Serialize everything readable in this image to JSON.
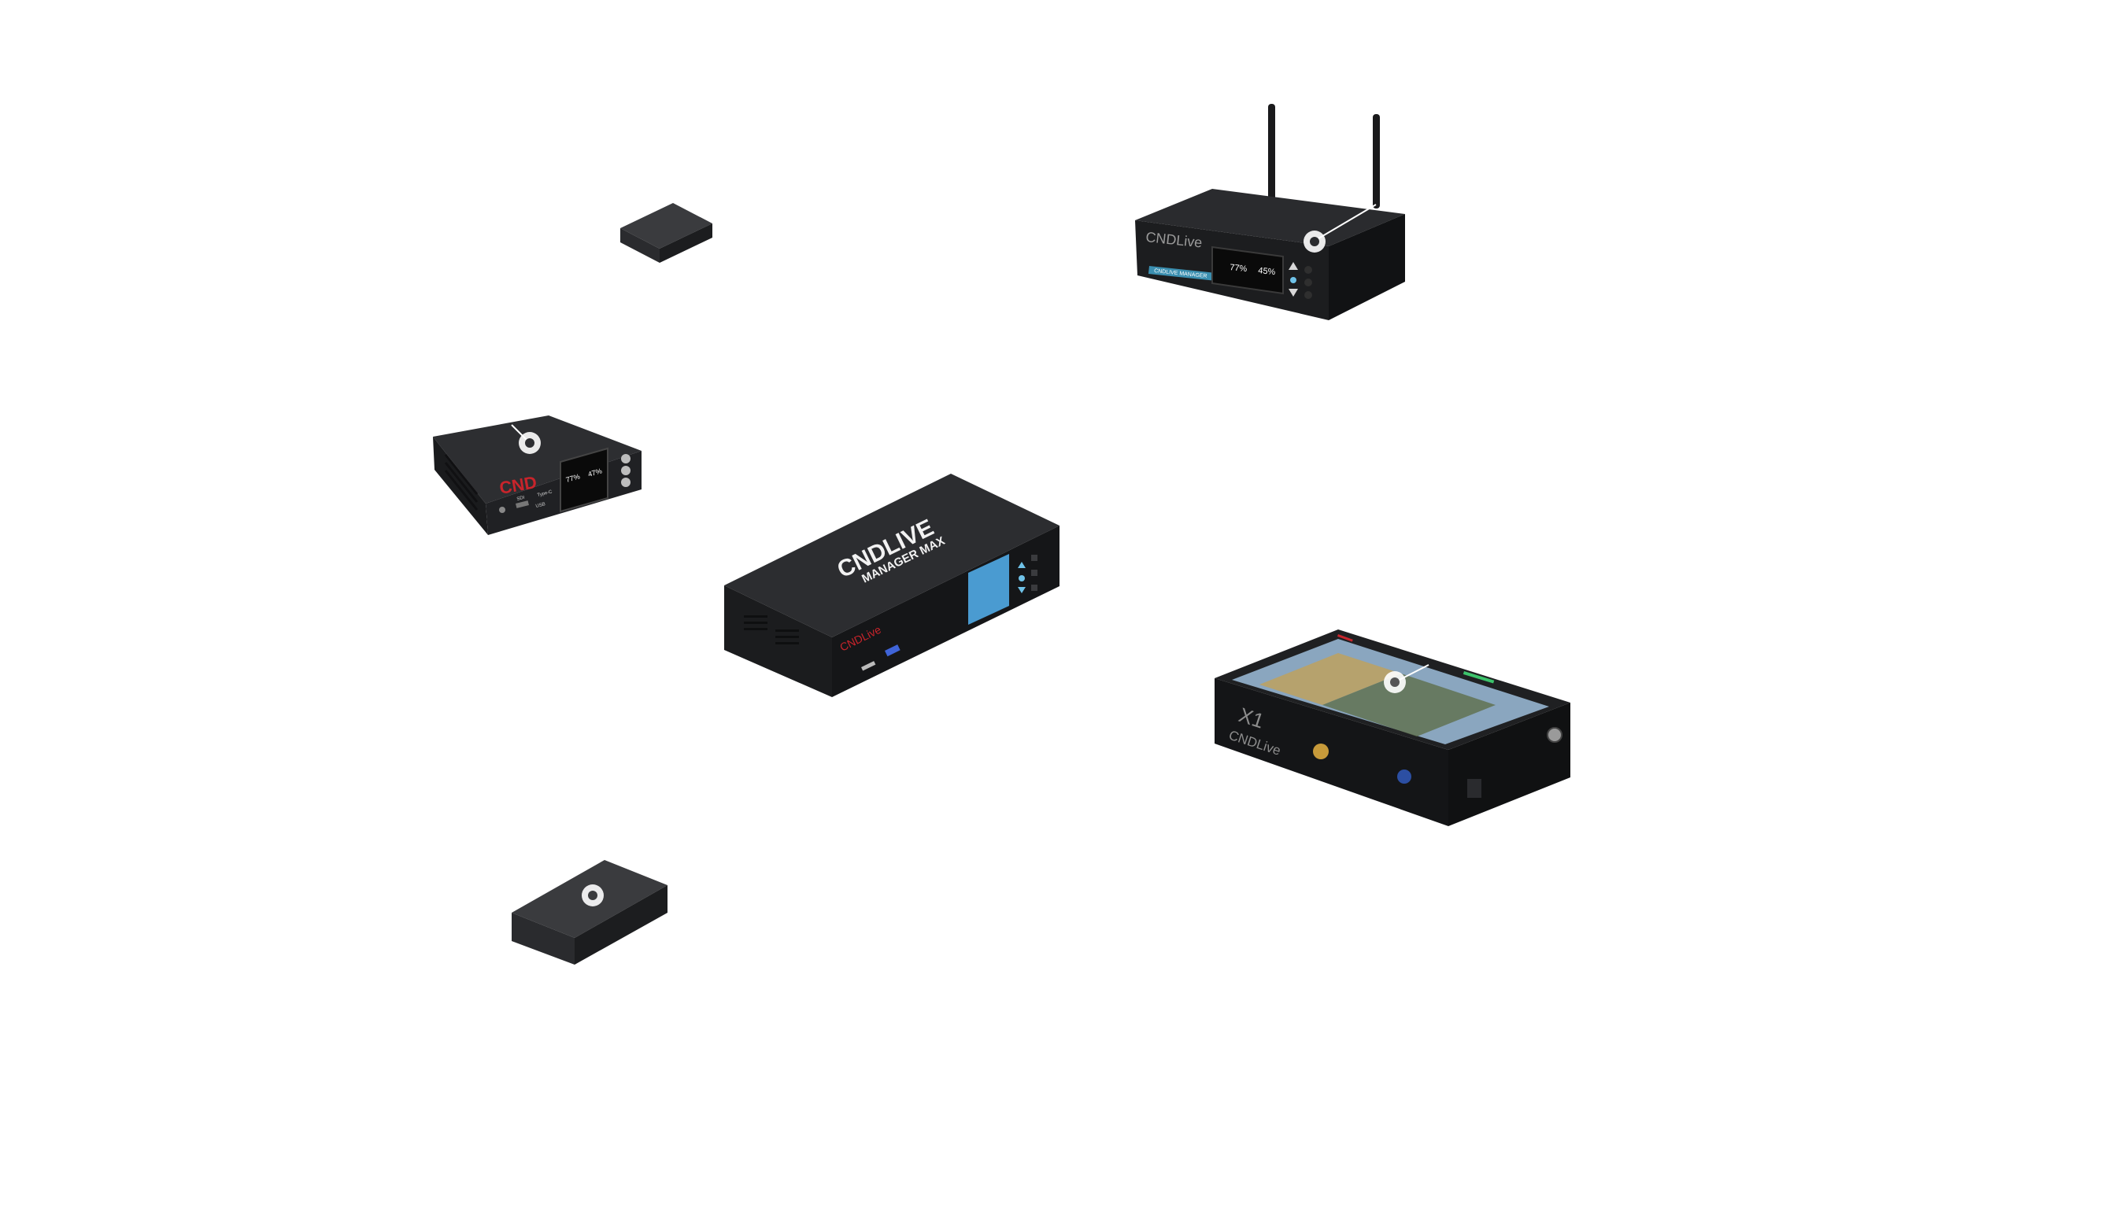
{
  "devices": {
    "router": {
      "brand": "CNDLive",
      "model_strip": "CNDLIVE MANAGER",
      "screen": {
        "reading_a": "77%",
        "reading_b": "45%"
      }
    },
    "mini_encoder": {
      "brand": "CND",
      "screen": {
        "reading_a": "77%",
        "reading_b": "47%"
      },
      "port_label_a": "SDI",
      "port_label_b": "Type-C",
      "port_label_c": "USB"
    },
    "manager_max": {
      "brand": "CNDLIVE",
      "model": "MANAGER MAX",
      "front_brand": "CNDLive"
    },
    "x1_monitor": {
      "model": "X1",
      "brand": "CNDLive"
    }
  },
  "colors": {
    "device_body": "#1f2022",
    "device_top": "#2a2b2e",
    "device_side": "#141517",
    "hotspot": "#ffffff",
    "accent_red": "#c8242b",
    "screen_blue": "#4a9bd1"
  },
  "icons": {
    "hotspot": "target-circle-icon"
  }
}
